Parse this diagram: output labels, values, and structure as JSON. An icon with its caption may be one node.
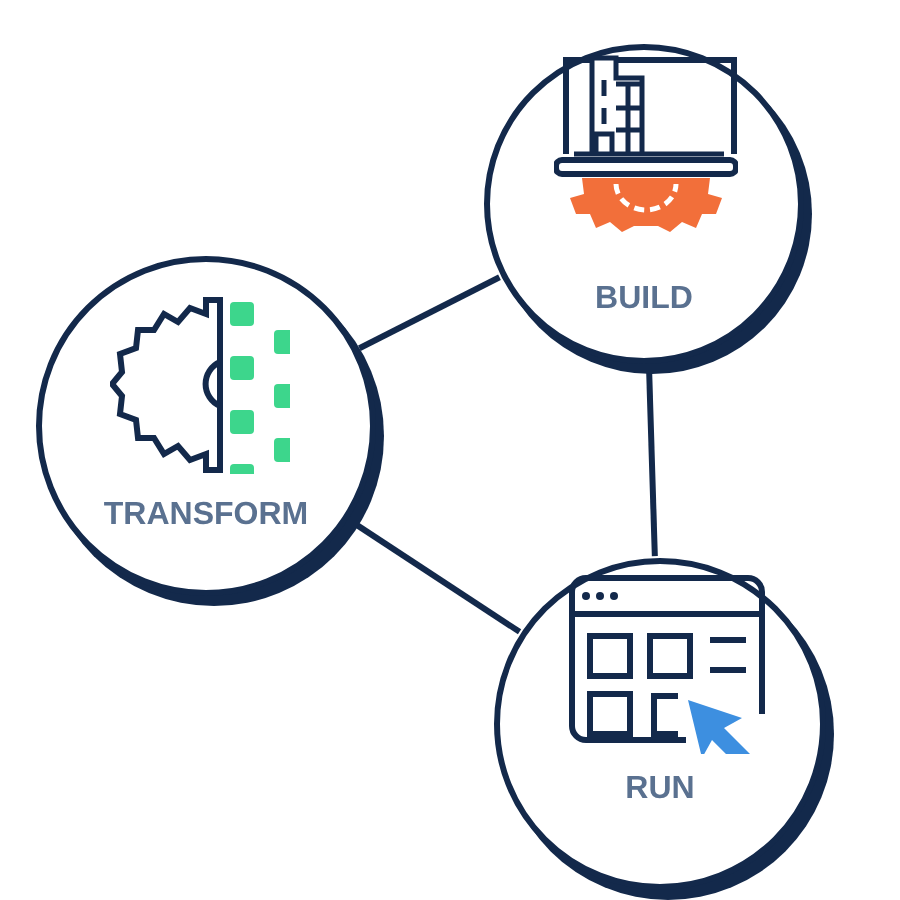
{
  "diagram": {
    "nodes": [
      {
        "text": [
          "BUILD"
        ]
      },
      {
        "text": [
          "TRANSFORM"
        ]
      },
      {
        "text": [
          "RUN"
        ]
      }
    ],
    "edges": [
      {
        "from": 1,
        "to": 0,
        "arrow": "none"
      },
      {
        "from": 0,
        "to": 2,
        "arrow": "none"
      },
      {
        "from": 1,
        "to": 2,
        "arrow": "none"
      }
    ]
  }
}
